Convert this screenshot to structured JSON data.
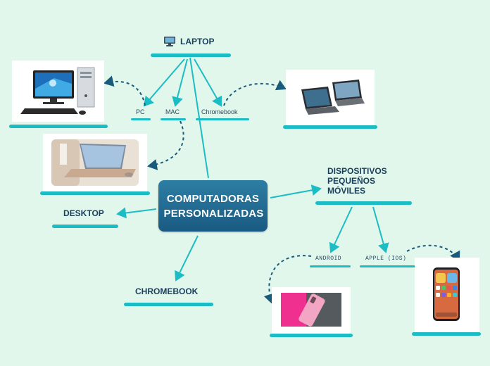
{
  "diagram": {
    "central": "COMPUTADORAS PERSONALIZADAS",
    "laptop": "LAPTOP",
    "laptop_children": {
      "pc": "PC",
      "mac": "MAC",
      "chromebook": "Chromebook"
    },
    "desktop": "DESKTOP",
    "chromebook": "CHROMEBOOK",
    "mobile": "DISPOSITIVOS PEQUEÑOS MÓVILES",
    "mobile_children": {
      "android": "ANDROID",
      "apple": "APPLE (IOS)"
    }
  },
  "icons": [
    "monitor-icon"
  ],
  "colors": {
    "background": "#e1f7ec",
    "connector": "#1bbcc3",
    "dashed_link": "#1a5a7a",
    "central_fill": "#1f6a92",
    "label_text": "#1a3f5c"
  }
}
